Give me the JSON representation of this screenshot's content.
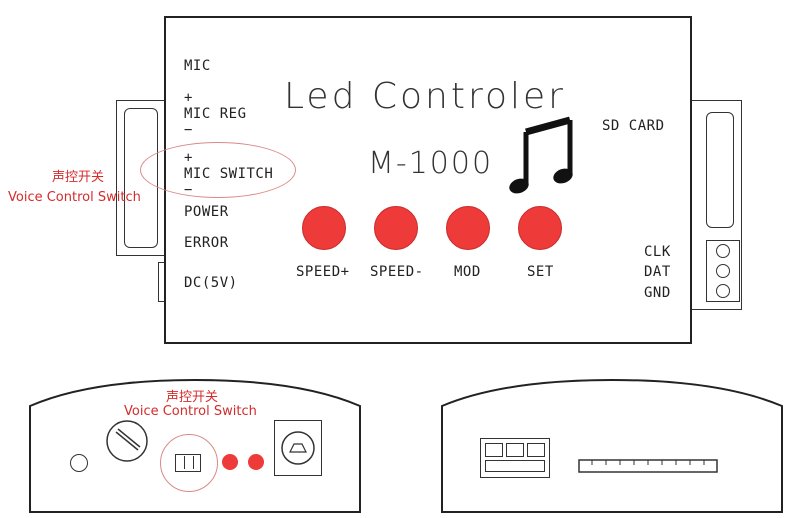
{
  "controller": {
    "title": "Led Controler",
    "model": "M-1000",
    "music_note_icon": "music-note-icon"
  },
  "left_labels": {
    "mic": "MIC",
    "plus_1": "+",
    "mic_reg": "MIC REG",
    "minus_1": "−",
    "plus_2": "+",
    "mic_switch": "MIC SWITCH",
    "minus_2": "−",
    "power": "POWER",
    "error": "ERROR",
    "dc": "DC(5V)"
  },
  "right_labels": {
    "sd_card": "SD CARD",
    "clk": "CLK",
    "dat": "DAT",
    "gnd": "GND"
  },
  "buttons": [
    {
      "label": "SPEED+"
    },
    {
      "label": "SPEED-"
    },
    {
      "label": "MOD"
    },
    {
      "label": "SET"
    }
  ],
  "annotations": {
    "top_cn": "声控开关",
    "top_en": "Voice Control Switch",
    "bottom_cn": "声控开关",
    "bottom_en": "Voice Control Switch"
  },
  "colors": {
    "button_red": "#ef3a3a",
    "annotation_red": "#d52b2b",
    "outline": "#222222"
  }
}
